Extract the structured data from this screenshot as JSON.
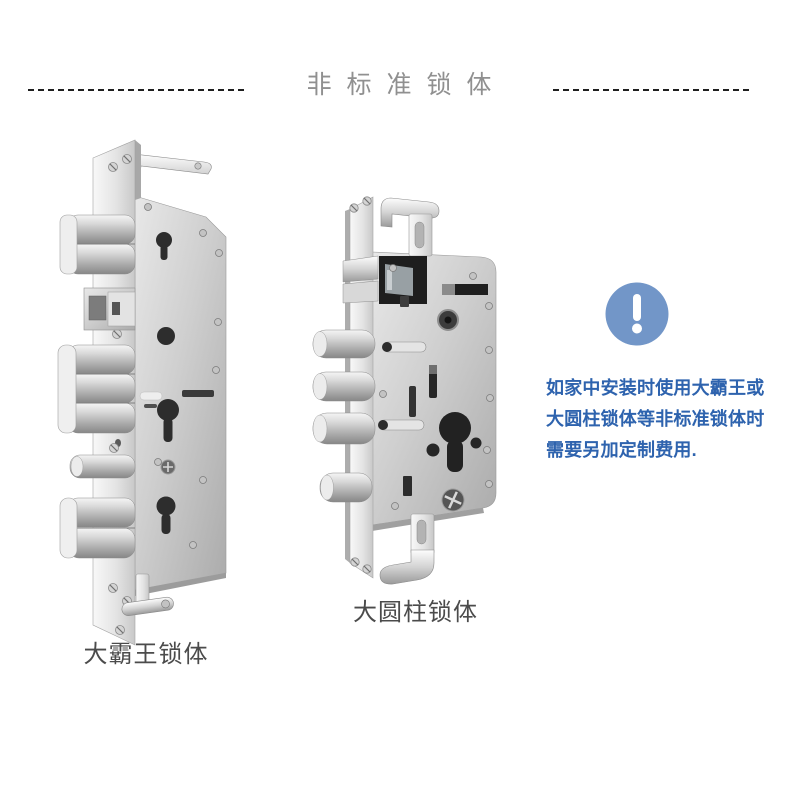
{
  "header": {
    "title": "非 标 准 锁 体",
    "title_color": "#909090",
    "divider_color": "#1f1f1f"
  },
  "label_color": "#4b4b4b",
  "products": [
    {
      "label": "大霸王锁体"
    },
    {
      "label": "大圆柱锁体"
    }
  ],
  "notice": {
    "icon": "exclamation",
    "icon_color": "#7296c8",
    "text_color": "#2e63ae",
    "lines": [
      "如家中安装时使用大霸王或",
      "大圆柱锁体等非标准锁体时",
      "需要另加定制费用."
    ]
  }
}
